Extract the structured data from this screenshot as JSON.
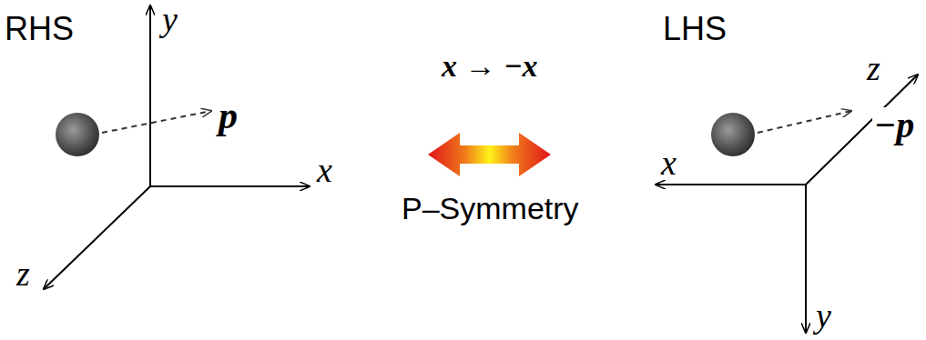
{
  "diagram": {
    "labels": [
      "RHS",
      "y",
      "LHS",
      "p",
      "x → −x",
      "x",
      "z",
      "x",
      "−p",
      "P–Symmetry",
      "z",
      "y"
    ]
  }
}
